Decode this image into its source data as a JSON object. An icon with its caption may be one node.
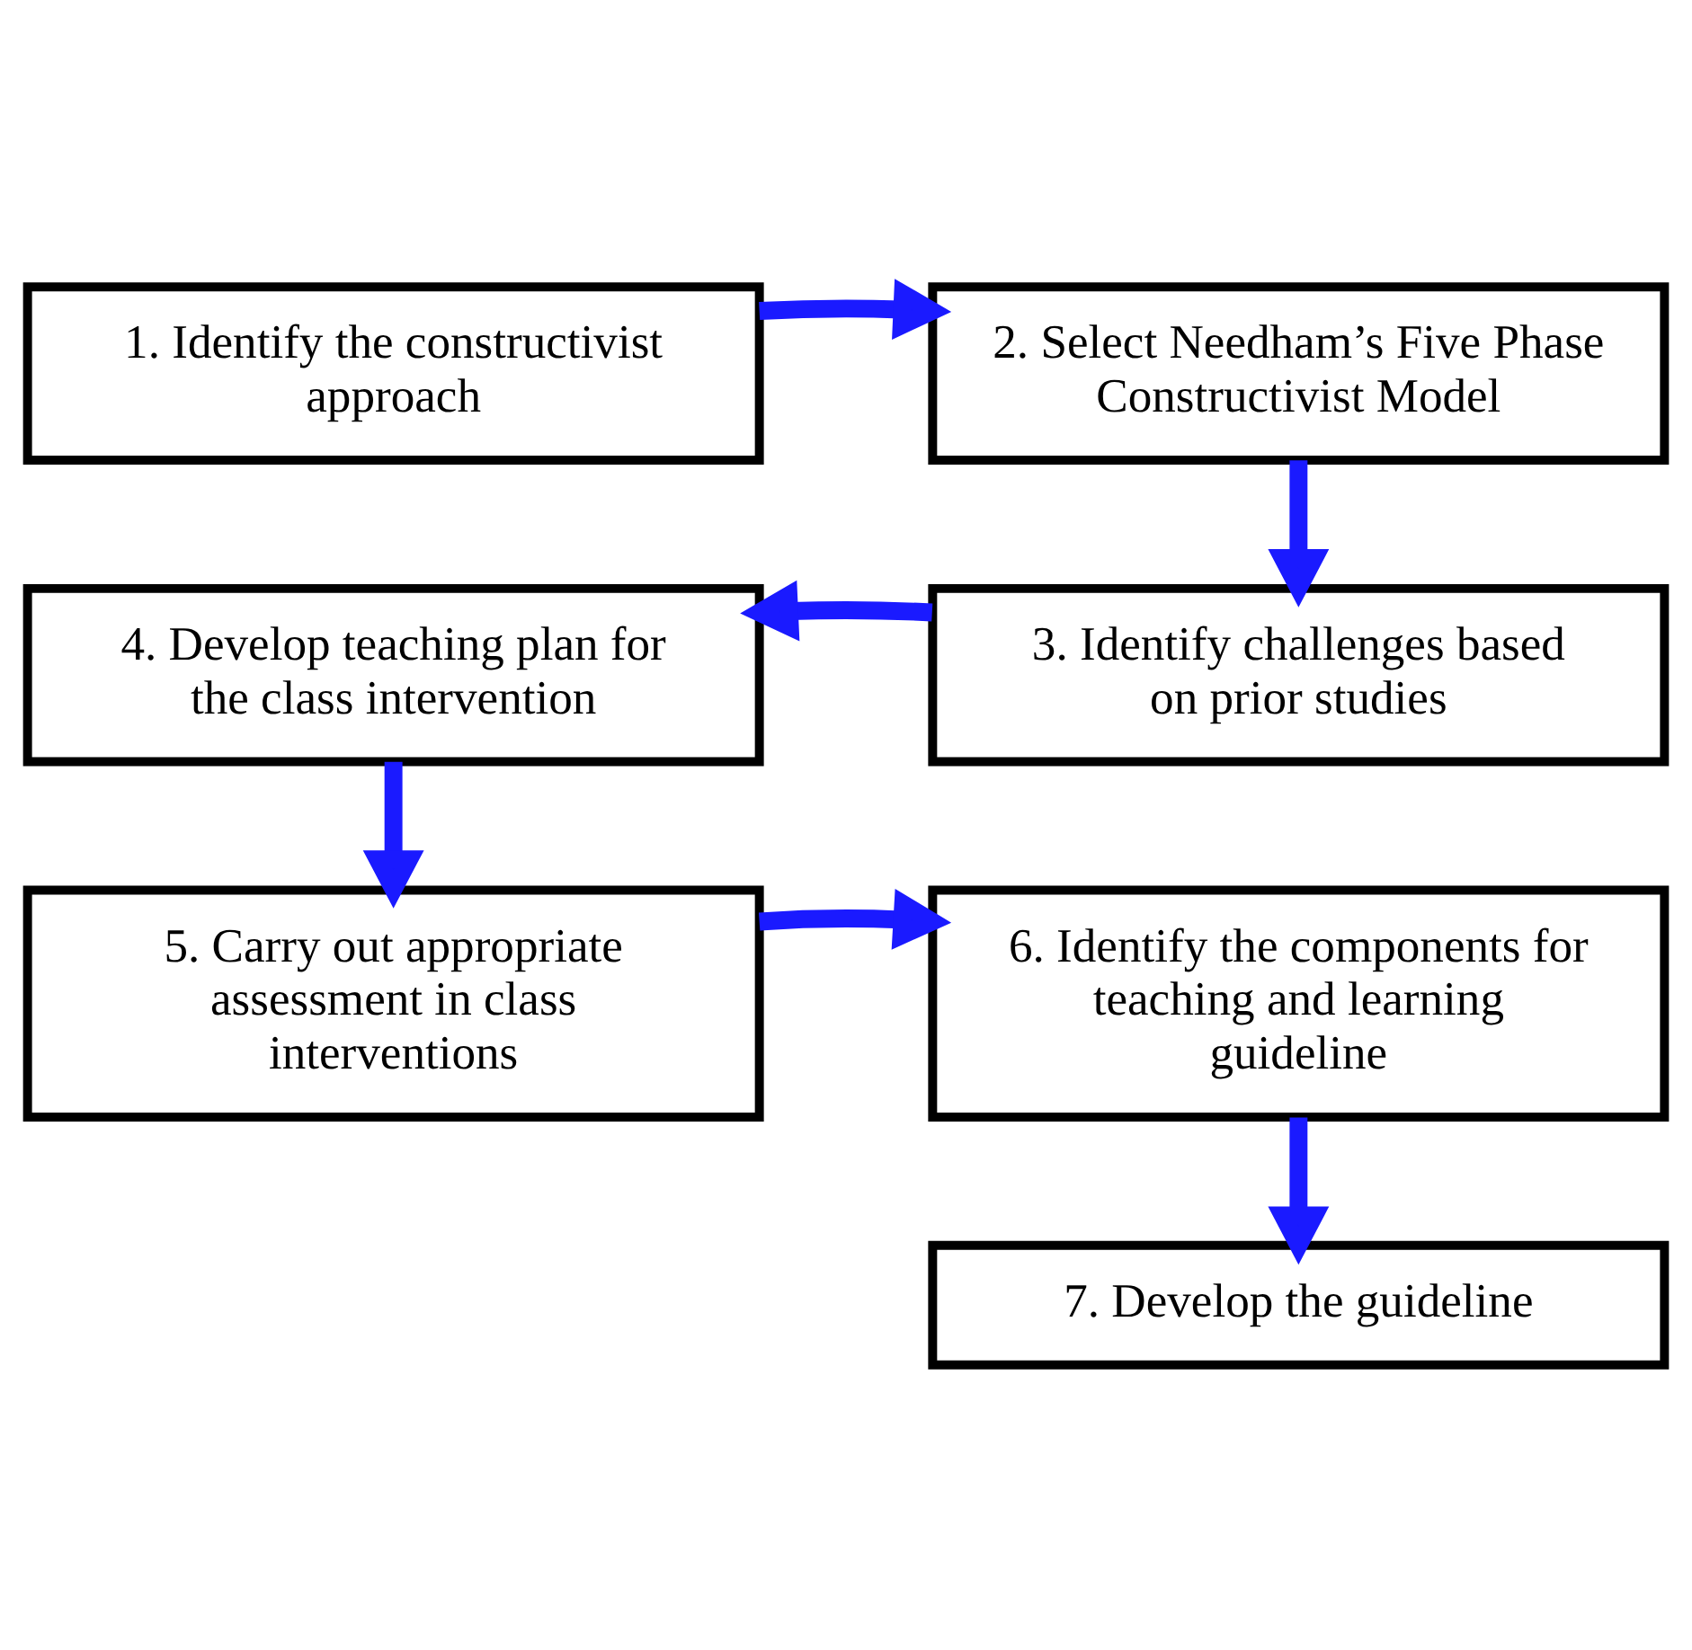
{
  "diagram": {
    "nodes": [
      {
        "text": [
          "1. Identify the constructivist approach"
        ]
      },
      {
        "text": [
          "2. Select Needham’s Five Phase Constructivist Model"
        ]
      },
      {
        "text": [
          "3. Identify challenges based on prior studies"
        ]
      },
      {
        "text": [
          "4. Develop teaching plan for the class intervention"
        ]
      },
      {
        "text": [
          "5. Carry out appropriate assessment in class interventions"
        ]
      },
      {
        "text": [
          "6. Identify the components for teaching and learning guideline"
        ]
      },
      {
        "text": [
          "7. Develop the guideline"
        ]
      }
    ],
    "edges": [
      {
        "from": 0,
        "to": 1,
        "arrow": "to"
      },
      {
        "from": 1,
        "to": 2,
        "arrow": "to"
      },
      {
        "from": 2,
        "to": 3,
        "arrow": "to"
      },
      {
        "from": 3,
        "to": 4,
        "arrow": "to"
      },
      {
        "from": 4,
        "to": 5,
        "arrow": "to"
      },
      {
        "from": 5,
        "to": 6,
        "arrow": "to"
      }
    ]
  }
}
